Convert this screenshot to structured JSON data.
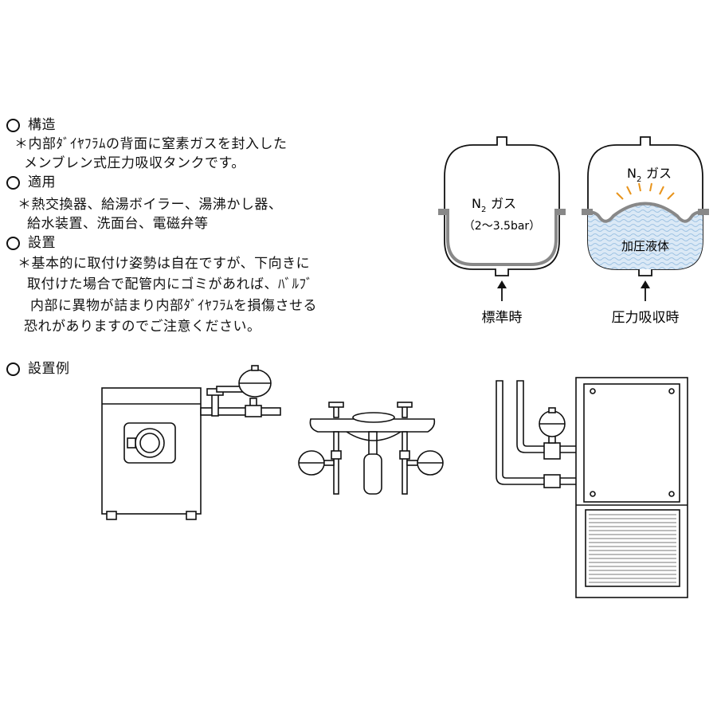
{
  "sections": {
    "structure": {
      "heading": "構造",
      "lines": [
        "＊内部ﾀﾞｲﾔﾌﾗﾑの背面に窒素ガスを封入した",
        "メンブレン式圧力吸収タンクです。"
      ]
    },
    "application": {
      "heading": "適用",
      "lines": [
        "＊熱交換器、給湯ボイラー、湯沸かし器、",
        "給水装置、洗面台、電磁弁等"
      ]
    },
    "installation": {
      "heading": "設置",
      "lines": [
        "＊基本的に取付け姿勢は自在ですが、下向きに",
        "取付けた場合で配管内にゴミがあれば、ﾊﾞﾙﾌﾞ",
        "内部に異物が詰まり内部ﾀﾞｲﾔﾌﾗﾑを損傷させる",
        "恐れがありますのでご注意ください。"
      ]
    },
    "example": {
      "heading": "設置例"
    }
  },
  "tank_standard": {
    "gas_n": "N",
    "gas_sub": "2",
    "gas_label": "ガス",
    "pressure": "（2～3.5bar）",
    "caption": "標準時"
  },
  "tank_absorb": {
    "gas_n": "N",
    "gas_sub": "2",
    "gas_label": "ガス",
    "liquid_label": "加圧液体",
    "caption": "圧力吸収時"
  },
  "colors": {
    "line": "#111111",
    "flange": "#888888",
    "liquid": "#dbe9f6",
    "wave": "#9fc3e3",
    "rays": "#e8941c",
    "vent": "#777777"
  }
}
